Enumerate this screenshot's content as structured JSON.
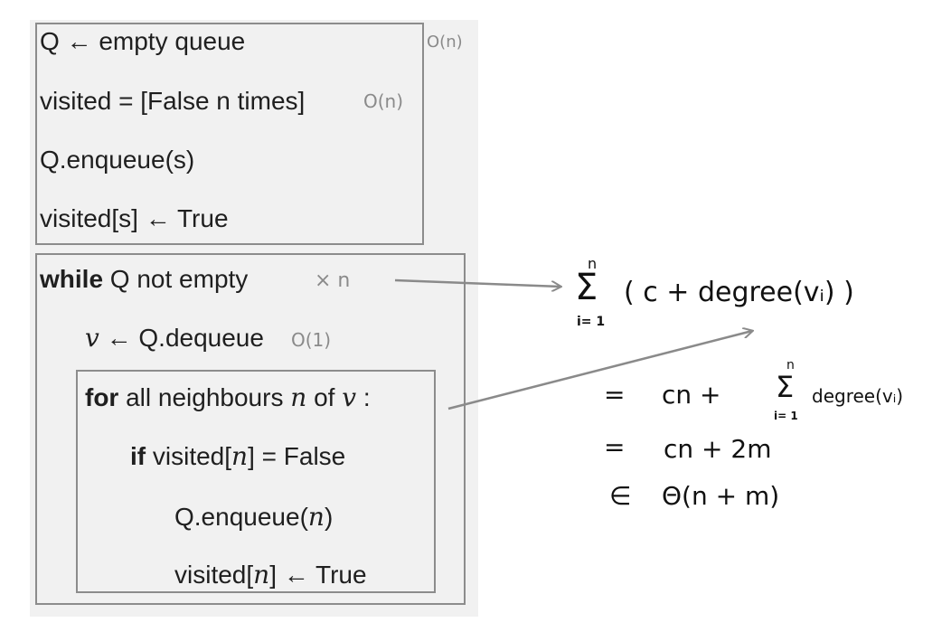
{
  "code": {
    "init": [
      {
        "text": "Q ← empty queue",
        "note": "O(n)"
      },
      {
        "text": "visited = [False n times]",
        "note": "O(n)"
      },
      {
        "text": "Q.enqueue(s)"
      },
      {
        "text": "visited[s] ← True"
      }
    ],
    "loop": {
      "while_kw": "while",
      "while_rest": "Q not empty",
      "while_note": "× n",
      "dequeue_var": "v",
      "dequeue_rest": "← Q.dequeue",
      "dequeue_note": "O(1)",
      "for_kw": "for",
      "for_mid": "all neighbours",
      "for_var_n": "n",
      "for_of": "of",
      "for_var_v": "v",
      "for_colon": ":",
      "if_kw": "if",
      "if_pre": "visited[",
      "if_var": "n",
      "if_post": "] = False",
      "enq_pre": "Q.enqueue(",
      "enq_var": "n",
      "enq_post": ")",
      "vis_pre": "visited[",
      "vis_var": "n",
      "vis_post": "] ← True"
    }
  },
  "math": {
    "sum_top": "n",
    "sum_symbol": "Σ",
    "sum_bottom": "i= 1",
    "sum_expr": "( c +  degree(vᵢ) )",
    "eq1_sign": "=",
    "eq1_left": "cn  +",
    "eq1_sum_top": "n",
    "eq1_sum_symbol": "Σ",
    "eq1_sum_bottom": "i= 1",
    "eq1_expr": "degree(vᵢ)",
    "eq2_sign": "=",
    "eq2_expr": "cn + 2m",
    "eq3_sign": "∈",
    "eq3_expr": "Θ(n + m)"
  },
  "colors": {
    "box_border": "#8c8c8c",
    "arrow": "#8a8a8a",
    "note": "#8a8a8a",
    "panel_bg": "#f1f1f1"
  }
}
